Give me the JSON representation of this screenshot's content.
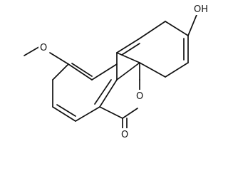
{
  "molecule": {
    "atoms": {
      "hydroxyl": "OH",
      "ether_oxygen": "O",
      "ring_oxygen": "O",
      "carbonyl_oxygen": "O"
    }
  },
  "colors": {
    "bond": "#111111",
    "background": "#ffffff"
  }
}
